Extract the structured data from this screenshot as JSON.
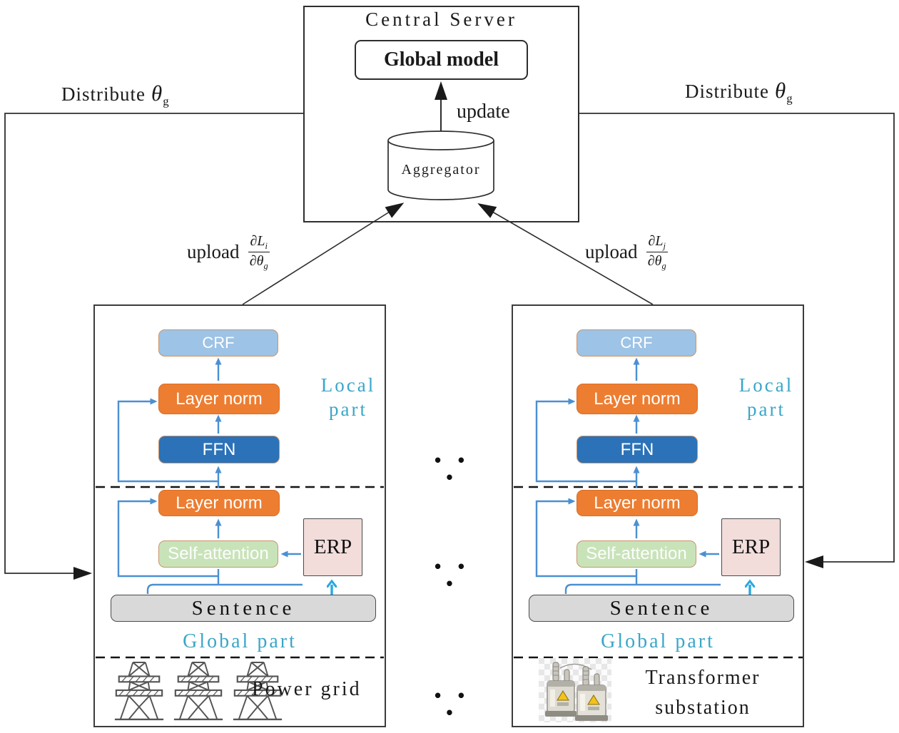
{
  "central_server": {
    "title": "Central Server",
    "global_model_label": "Global model",
    "update_label": "update",
    "aggregator_label": "Aggregator"
  },
  "distribute": {
    "left": {
      "text": "Distribute",
      "theta": "θ",
      "subscript": "g"
    },
    "right": {
      "text": "Distribute",
      "theta": "θ",
      "subscript": "g"
    }
  },
  "upload": {
    "left": {
      "text": "upload",
      "numerator": "∂L",
      "numerator_sub": "i",
      "denominator": "∂θ",
      "denominator_sub": "g"
    },
    "right": {
      "text": "upload",
      "numerator": "∂L",
      "numerator_sub": "j",
      "denominator": "∂θ",
      "denominator_sub": "g"
    }
  },
  "separator_dots": "• • •",
  "clients": [
    {
      "part_labels": {
        "local_line1": "Local",
        "local_line2": "part",
        "global": "Global part"
      },
      "blocks": {
        "crf": "CRF",
        "layer_norm_local": "Layer norm",
        "ffn": "FFN",
        "layer_norm_global": "Layer norm",
        "self_attention": "Self-attention",
        "erp": "ERP",
        "sentence": "Sentence"
      },
      "domain": {
        "line1": "Power grid",
        "icon": "transmission-towers"
      }
    },
    {
      "part_labels": {
        "local_line1": "Local",
        "local_line2": "part",
        "global": "Global part"
      },
      "blocks": {
        "crf": "CRF",
        "layer_norm_local": "Layer norm",
        "ffn": "FFN",
        "layer_norm_global": "Layer norm",
        "self_attention": "Self-attention",
        "erp": "ERP",
        "sentence": "Sentence"
      },
      "domain": {
        "line1": "Transformer",
        "line2": "substation",
        "icon": "transformer-substation"
      }
    }
  ],
  "colors": {
    "orange_block": "#ED7D31",
    "dark_blue_block": "#2B72B8",
    "light_blue_block": "#9DC3E6",
    "green_block": "#C9E3B9",
    "pink_block": "#F2DDDB",
    "gray_block": "#D9D9D9",
    "tan_border": "#C9956A",
    "cyan_label": "#3AA6C8",
    "blue_arrow": "#4A90D2",
    "cyan_arrow": "#29A8E0",
    "black_line": "#2E2E2E"
  }
}
